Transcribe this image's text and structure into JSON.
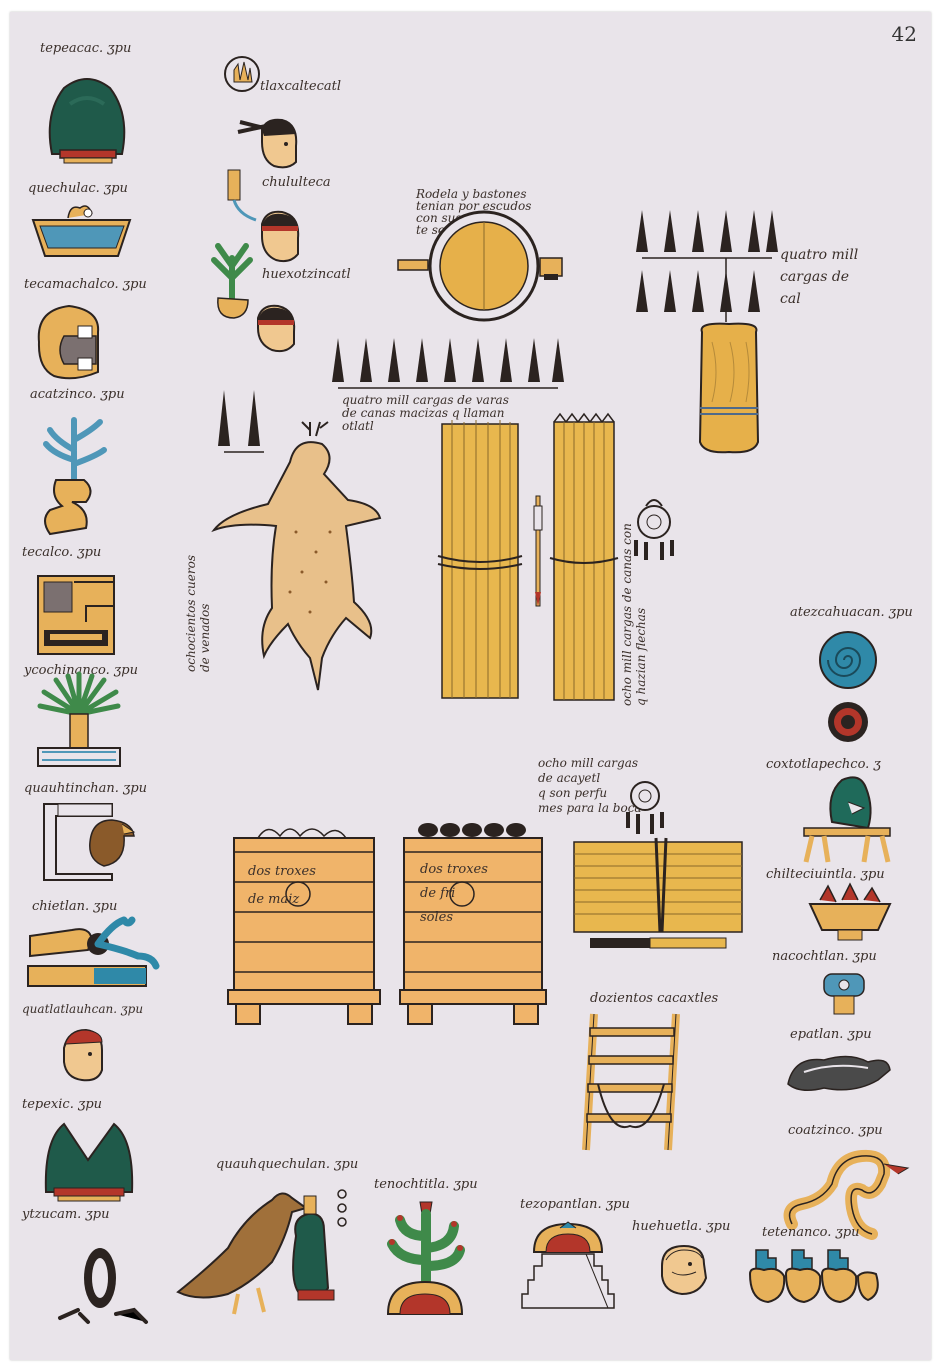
{
  "page_number": "42",
  "colors": {
    "paper": "#e9e4ea",
    "ink": "#2b2320",
    "jade": "#1f5a4a",
    "ochre": "#e7b15a",
    "reed": "#e8b74e",
    "red": "#b3362a",
    "wood": "#f0b46a"
  },
  "left_column": [
    {
      "id": "tepeacac",
      "label": "tepeacac.",
      "suffix": "ʒpu",
      "icon": "hill-glyph-icon"
    },
    {
      "id": "quechulac",
      "label": "quechulac.",
      "suffix": "ʒpu",
      "icon": "water-glyph-icon"
    },
    {
      "id": "tecamachalco",
      "label": "tecamachalco.",
      "suffix": "ʒpu",
      "icon": "mouth-glyph-icon"
    },
    {
      "id": "acatzinco",
      "label": "acatzinco.",
      "suffix": "ʒpu",
      "icon": "reed-seat-glyph-icon"
    },
    {
      "id": "tecalco",
      "label": "tecalco.",
      "suffix": "ʒpu",
      "icon": "stone-house-glyph-icon"
    },
    {
      "id": "ycochinanco",
      "label": "ycochinanco.",
      "suffix": "ʒpu",
      "icon": "maguey-glyph-icon"
    },
    {
      "id": "quauhtinchan",
      "label": "quauhtinchan.",
      "suffix": "ʒpu",
      "icon": "eagle-house-glyph-icon"
    },
    {
      "id": "chietlan",
      "label": "chietlan.",
      "suffix": "ʒpu",
      "icon": "hand-glyph-icon"
    },
    {
      "id": "quatlatlauhcan",
      "label": "quatlatlauhcan.",
      "suffix": "ʒpu",
      "icon": "head-glyph-icon"
    },
    {
      "id": "tepexic",
      "label": "tepexic.",
      "suffix": "ʒpu",
      "icon": "split-hill-glyph-icon"
    },
    {
      "id": "ytzucam",
      "label": "ytzucam.",
      "suffix": "ʒpu",
      "icon": "obsidian-glyph-icon"
    }
  ],
  "warriors": [
    {
      "id": "tlaxcaltecatl",
      "label": "tlaxcaltecatl"
    },
    {
      "id": "chululteca",
      "label": "chululteca"
    },
    {
      "id": "huexotzincatl",
      "label": "huexotzincatl"
    }
  ],
  "tribute": {
    "shield": {
      "lines": [
        "Rodela y bastones",
        "tenian por escudos",
        "con sus engas",
        "te sertaban"
      ]
    },
    "lime": {
      "lines": [
        "quatro mill",
        "cargas de",
        "cal"
      ]
    },
    "reeds": {
      "lines": [
        "quatro mill cargas de varas",
        "de canas macizas q llaman",
        "otlatl"
      ]
    },
    "deer": {
      "lines": [
        "ochocientos cueros",
        "de venados"
      ]
    },
    "canes": {
      "lines": [
        "ocho mill cargas de canas con",
        "q hazian flechas"
      ]
    },
    "acayetl": {
      "lines": [
        "ocho mill cargas",
        "de acayetl",
        "q son perfu",
        "mes para la boca"
      ]
    },
    "bin_maize": {
      "lines": [
        "dos troxes",
        "de maiz"
      ]
    },
    "bin_beans": {
      "lines": [
        "dos troxes",
        "de fri",
        "soles"
      ]
    },
    "frames": {
      "lines": [
        "dozientos cacaxtles"
      ]
    }
  },
  "right_column": [
    {
      "id": "atezcahuacan",
      "label": "atezcahuacan.",
      "suffix": "ʒpu"
    },
    {
      "id": "coxtotlapechco",
      "label": "coxtotlapechco.",
      "suffix": "ʒ"
    },
    {
      "id": "chilteciuintla",
      "label": "chilteciuintla.",
      "suffix": "ʒpu"
    },
    {
      "id": "nacochtlan",
      "label": "nacochtlan.",
      "suffix": "ʒpu"
    },
    {
      "id": "epatlan",
      "label": "epatlan.",
      "suffix": "ʒpu"
    },
    {
      "id": "coatzinco",
      "label": "coatzinco.",
      "suffix": "ʒpu"
    },
    {
      "id": "tetenanco",
      "label": "tetenanco.",
      "suffix": "ʒpu"
    }
  ],
  "bottom_row": [
    {
      "id": "quauhquechulan",
      "label": "quauhquechulan.",
      "suffix": "ʒpu"
    },
    {
      "id": "tenochtitla",
      "label": "tenochtitla.",
      "suffix": "ʒpu"
    },
    {
      "id": "tezopantlan",
      "label": "tezopantlan.",
      "suffix": "ʒpu"
    },
    {
      "id": "huehuetla",
      "label": "huehuetla.",
      "suffix": "ʒpu"
    }
  ]
}
